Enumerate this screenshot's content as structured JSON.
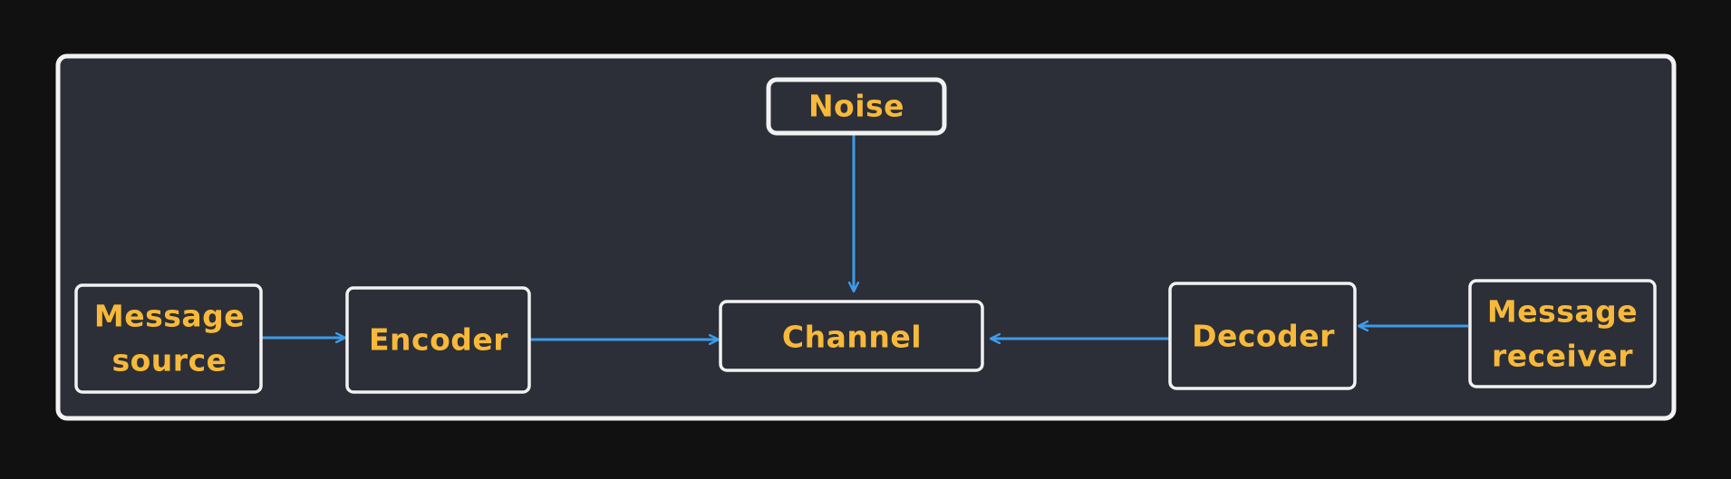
{
  "diagram": {
    "nodes": {
      "noise": {
        "label": "Noise"
      },
      "message_source": {
        "lines": [
          "Message",
          "source"
        ]
      },
      "encoder": {
        "label": "Encoder"
      },
      "channel": {
        "label": "Channel"
      },
      "decoder": {
        "label": "Decoder"
      },
      "message_receiver": {
        "lines": [
          "Message",
          "receiver"
        ]
      }
    },
    "edges": [
      {
        "from": "noise",
        "to": "channel"
      },
      {
        "from": "message_source",
        "to": "encoder"
      },
      {
        "from": "encoder",
        "to": "channel"
      },
      {
        "from": "decoder",
        "to": "channel"
      },
      {
        "from": "message_receiver",
        "to": "decoder"
      }
    ]
  },
  "colors": {
    "background": "#111112",
    "panel": "#2c2f37",
    "stroke": "#f2f2f2",
    "label": "#f8b93a",
    "arrow": "#3d9be9"
  }
}
